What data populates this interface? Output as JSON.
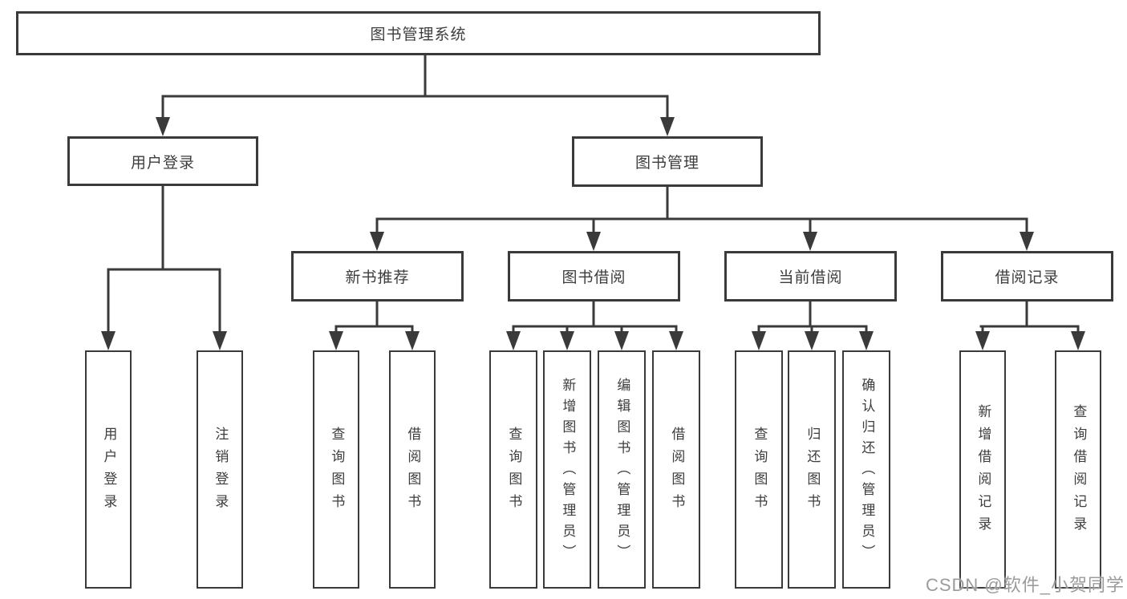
{
  "diagram": {
    "root": {
      "label": "图书管理系统"
    },
    "level2": [
      {
        "id": "user-login",
        "label": "用户登录"
      },
      {
        "id": "book-management",
        "label": "图书管理"
      }
    ],
    "level3": [
      {
        "id": "new-book-recommend",
        "label": "新书推荐"
      },
      {
        "id": "book-borrow",
        "label": "图书借阅"
      },
      {
        "id": "current-borrow",
        "label": "当前借阅"
      },
      {
        "id": "borrow-records",
        "label": "借阅记录"
      }
    ],
    "leaves": {
      "user_login": [
        "用户登录",
        "注销登录"
      ],
      "new_book": [
        "查询图书",
        "借阅图书"
      ],
      "book_borrow": [
        "查询图书",
        "新增图书（管理员）",
        "编辑图书（管理员）",
        "借阅图书"
      ],
      "current_borrow": [
        "查询图书",
        "归还图书",
        "确认归还（管理员）"
      ],
      "borrow_records": [
        "新增借阅记录",
        "查询借阅记录"
      ]
    },
    "watermark": "CSDN @软件_小贺同学",
    "colors": {
      "line": "#3a3a3a",
      "text": "#3d3d3d",
      "background": "#ffffff",
      "watermark": "#9b9b9b"
    }
  }
}
